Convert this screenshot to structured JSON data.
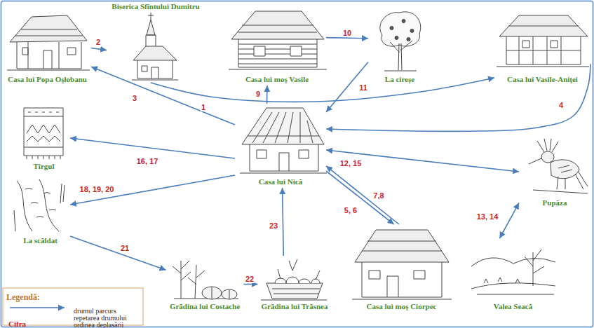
{
  "diagram": {
    "nodes": [
      {
        "text": [
          "Casa lui Popa Oşlobanu"
        ]
      },
      {
        "text": [
          "Biserica Sfîntului Dumitru"
        ]
      },
      {
        "text": [
          "Casa lui moş Vasile"
        ]
      },
      {
        "text": [
          "La cireşe"
        ]
      },
      {
        "text": [
          "Casa lui Vasile-Aniţei"
        ]
      },
      {
        "text": [
          "Tîrgul"
        ]
      },
      {
        "text": [
          "Casa lui Nică"
        ]
      },
      {
        "text": [
          "Pupăza"
        ]
      },
      {
        "text": [
          "La scăldat"
        ]
      },
      {
        "text": [
          "Grădina lui Costache"
        ]
      },
      {
        "text": [
          "Grădina lui Trăsnea"
        ]
      },
      {
        "text": [
          "Casa lui moş Ciorpec"
        ]
      },
      {
        "text": [
          "Valea Seacă"
        ]
      }
    ],
    "edges": [
      {
        "from": 6,
        "to": 0,
        "arrow": "to",
        "label": "1"
      },
      {
        "from": 0,
        "to": 1,
        "arrow": "to",
        "label": "2"
      },
      {
        "from": 1,
        "to": 4,
        "arrow": "to",
        "label": "3"
      },
      {
        "from": 4,
        "to": 6,
        "arrow": "to",
        "label": "4"
      },
      {
        "from": 6,
        "to": 11,
        "arrow": "to",
        "label": "5, 6"
      },
      {
        "from": 11,
        "to": 6,
        "arrow": "to",
        "label": "7,8"
      },
      {
        "from": 6,
        "to": 2,
        "arrow": "to",
        "label": "9"
      },
      {
        "from": 2,
        "to": 3,
        "arrow": "to",
        "label": "10"
      },
      {
        "from": 3,
        "to": 6,
        "arrow": "to",
        "label": "11"
      },
      {
        "from": 6,
        "to": 7,
        "arrow": "both",
        "label": "12, 15"
      },
      {
        "from": 7,
        "to": 12,
        "arrow": "both",
        "label": "13, 14"
      },
      {
        "from": 6,
        "to": 5,
        "arrow": "to",
        "label": "16, 17"
      },
      {
        "from": 6,
        "to": 8,
        "arrow": "to",
        "label": "18, 19, 20"
      },
      {
        "from": 8,
        "to": 9,
        "arrow": "to",
        "label": "21"
      },
      {
        "from": 9,
        "to": 10,
        "arrow": "to",
        "label": "22"
      },
      {
        "from": 10,
        "to": 6,
        "arrow": "to",
        "label": "23"
      }
    ],
    "labels": [
      "Legendă:",
      "Cifra"
    ],
    "legend": [
      {
        "text": "drumul parcurs"
      },
      {
        "text": "repetarea drumului"
      },
      {
        "text": "ordinea deplasării"
      }
    ]
  }
}
